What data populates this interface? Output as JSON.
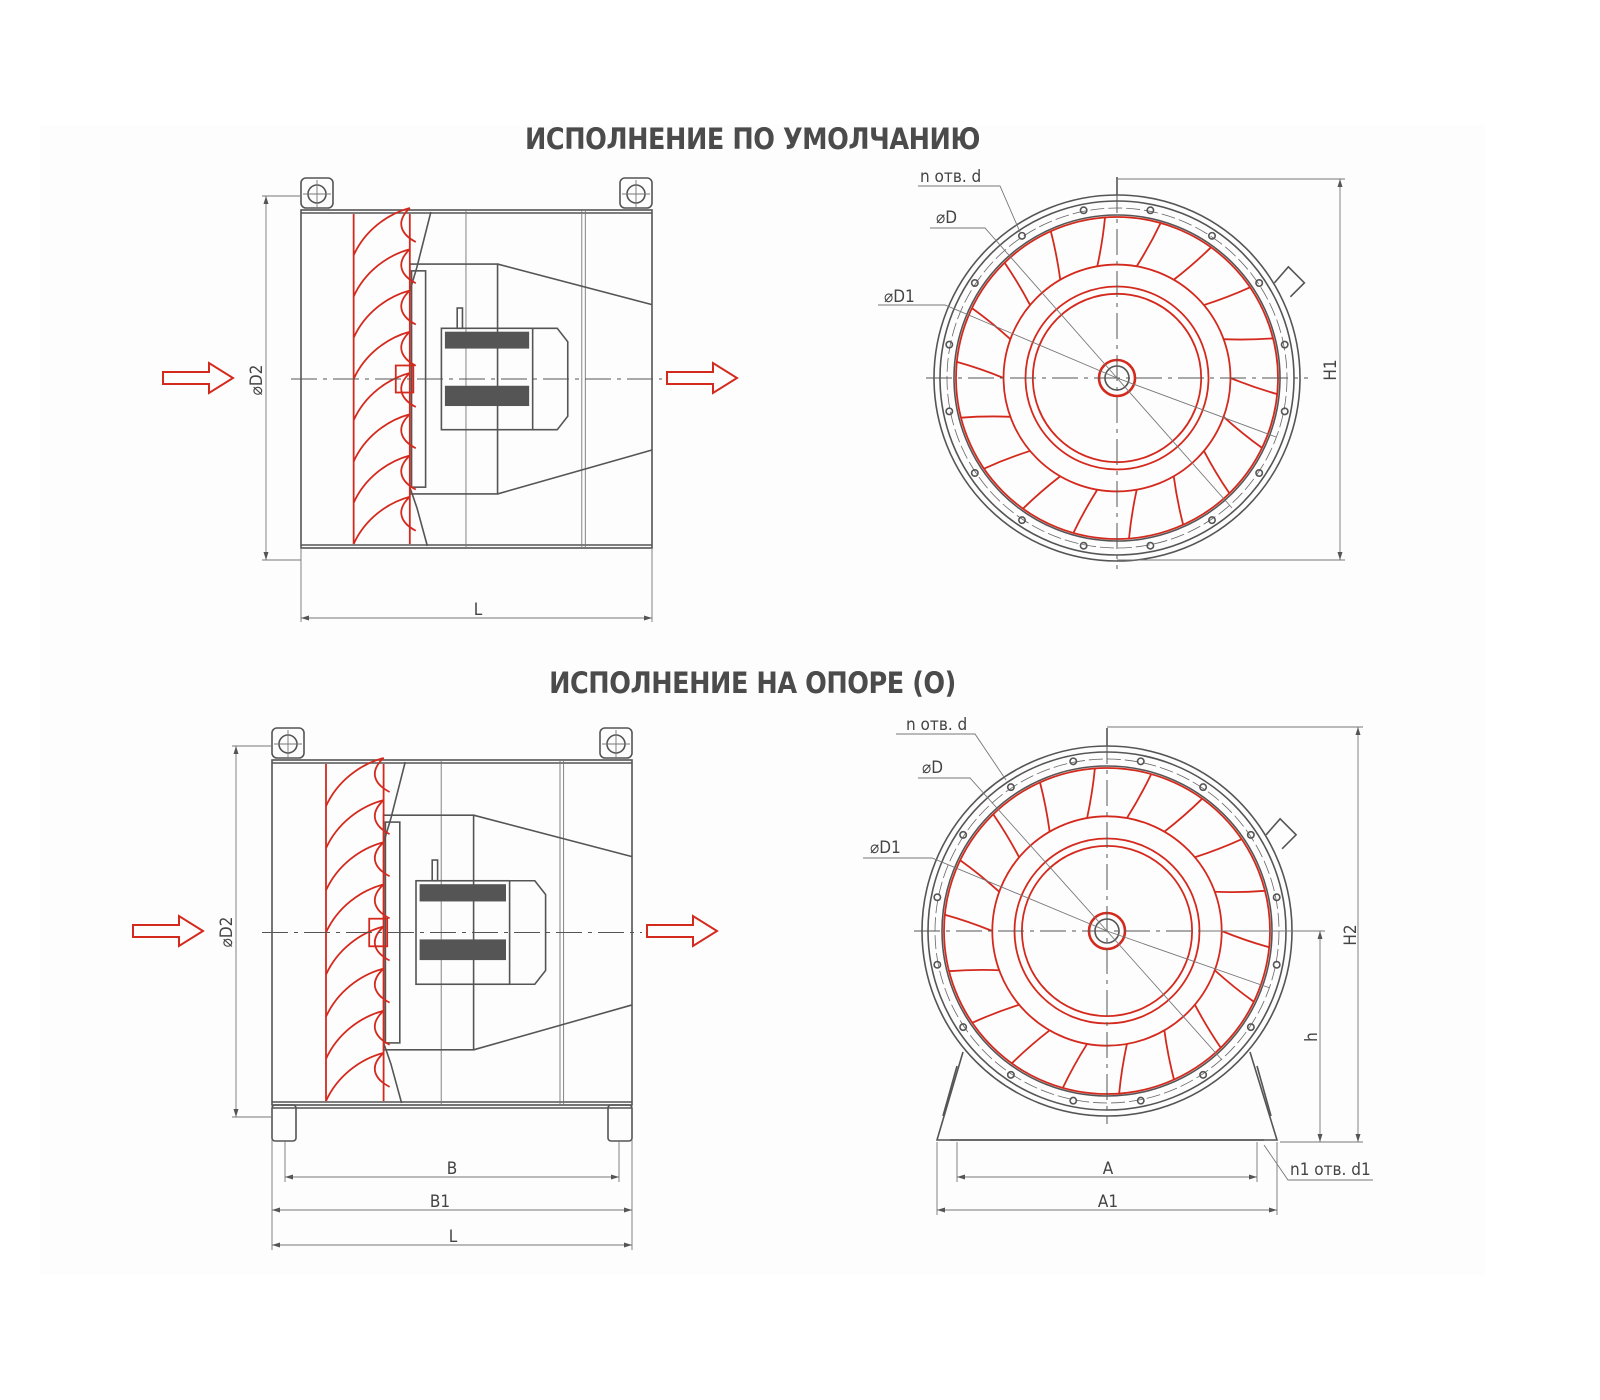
{
  "views": [
    {
      "title": "ИСПОЛНЕНИЕ ПО УМОЛЧАНИЮ",
      "side": {
        "diameter_label": "⌀D2",
        "length_label": "L"
      },
      "front": {
        "holes_label": "n отв. d",
        "d_label": "⌀D",
        "d1_label": "⌀D1",
        "height_label": "H1"
      }
    },
    {
      "title": "ИСПОЛНЕНИЕ НА ОПОРЕ (О)",
      "side": {
        "diameter_label": "⌀D2",
        "b_label": "B",
        "b1_label": "B1",
        "length_label": "L"
      },
      "front": {
        "holes_label": "n отв. d",
        "d_label": "⌀D",
        "d1_label": "⌀D1",
        "height_label": "H2",
        "axis_height_label": "h",
        "a_label": "A",
        "a1_label": "A1",
        "foot_holes_label": "n1 отв. d1"
      }
    }
  ],
  "colors": {
    "line": "#555555",
    "impeller": "#d42a1e",
    "text": "#444444"
  }
}
